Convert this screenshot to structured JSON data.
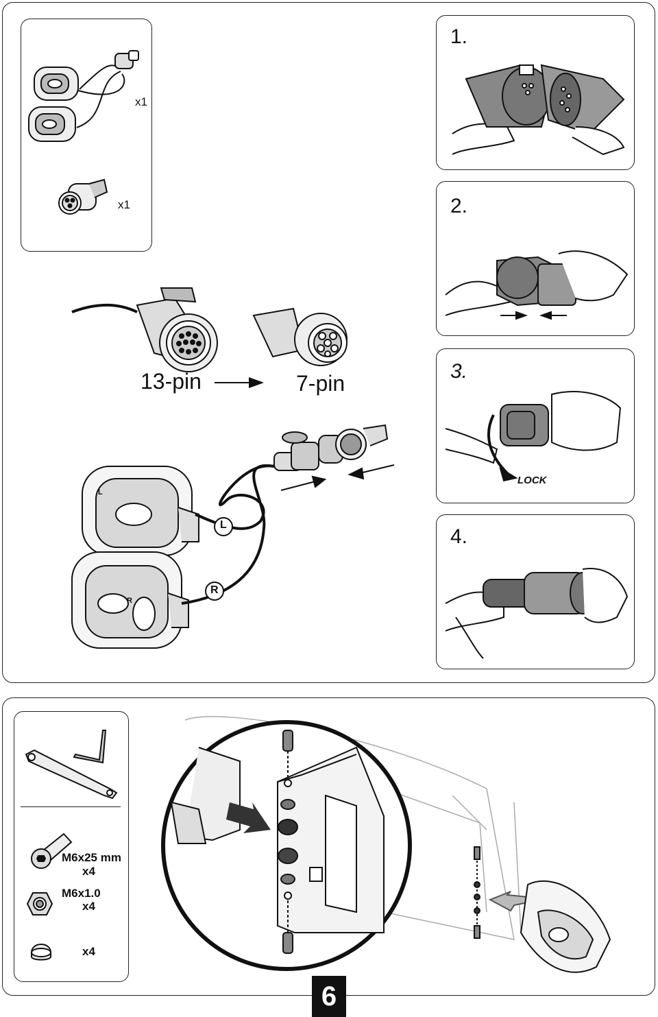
{
  "kit": {
    "lamps_qty": "x1",
    "adapter_qty": "x1"
  },
  "conversion": {
    "from_label": "13-pin",
    "to_label": "7-pin"
  },
  "cable_labels": {
    "left": "L",
    "right": "R"
  },
  "lamp_marks": {
    "left": "L",
    "right": "R"
  },
  "steps": [
    {
      "number": "1."
    },
    {
      "number": "2."
    },
    {
      "number": "3.",
      "caption": "LOCK"
    },
    {
      "number": "4."
    }
  ],
  "hardware": {
    "bolt_spec": "M6x25 mm",
    "bolt_qty": "x4",
    "nut_spec": "M6x1.0",
    "nut_qty": "x4",
    "cap_qty": "x4"
  },
  "page_number": "6"
}
